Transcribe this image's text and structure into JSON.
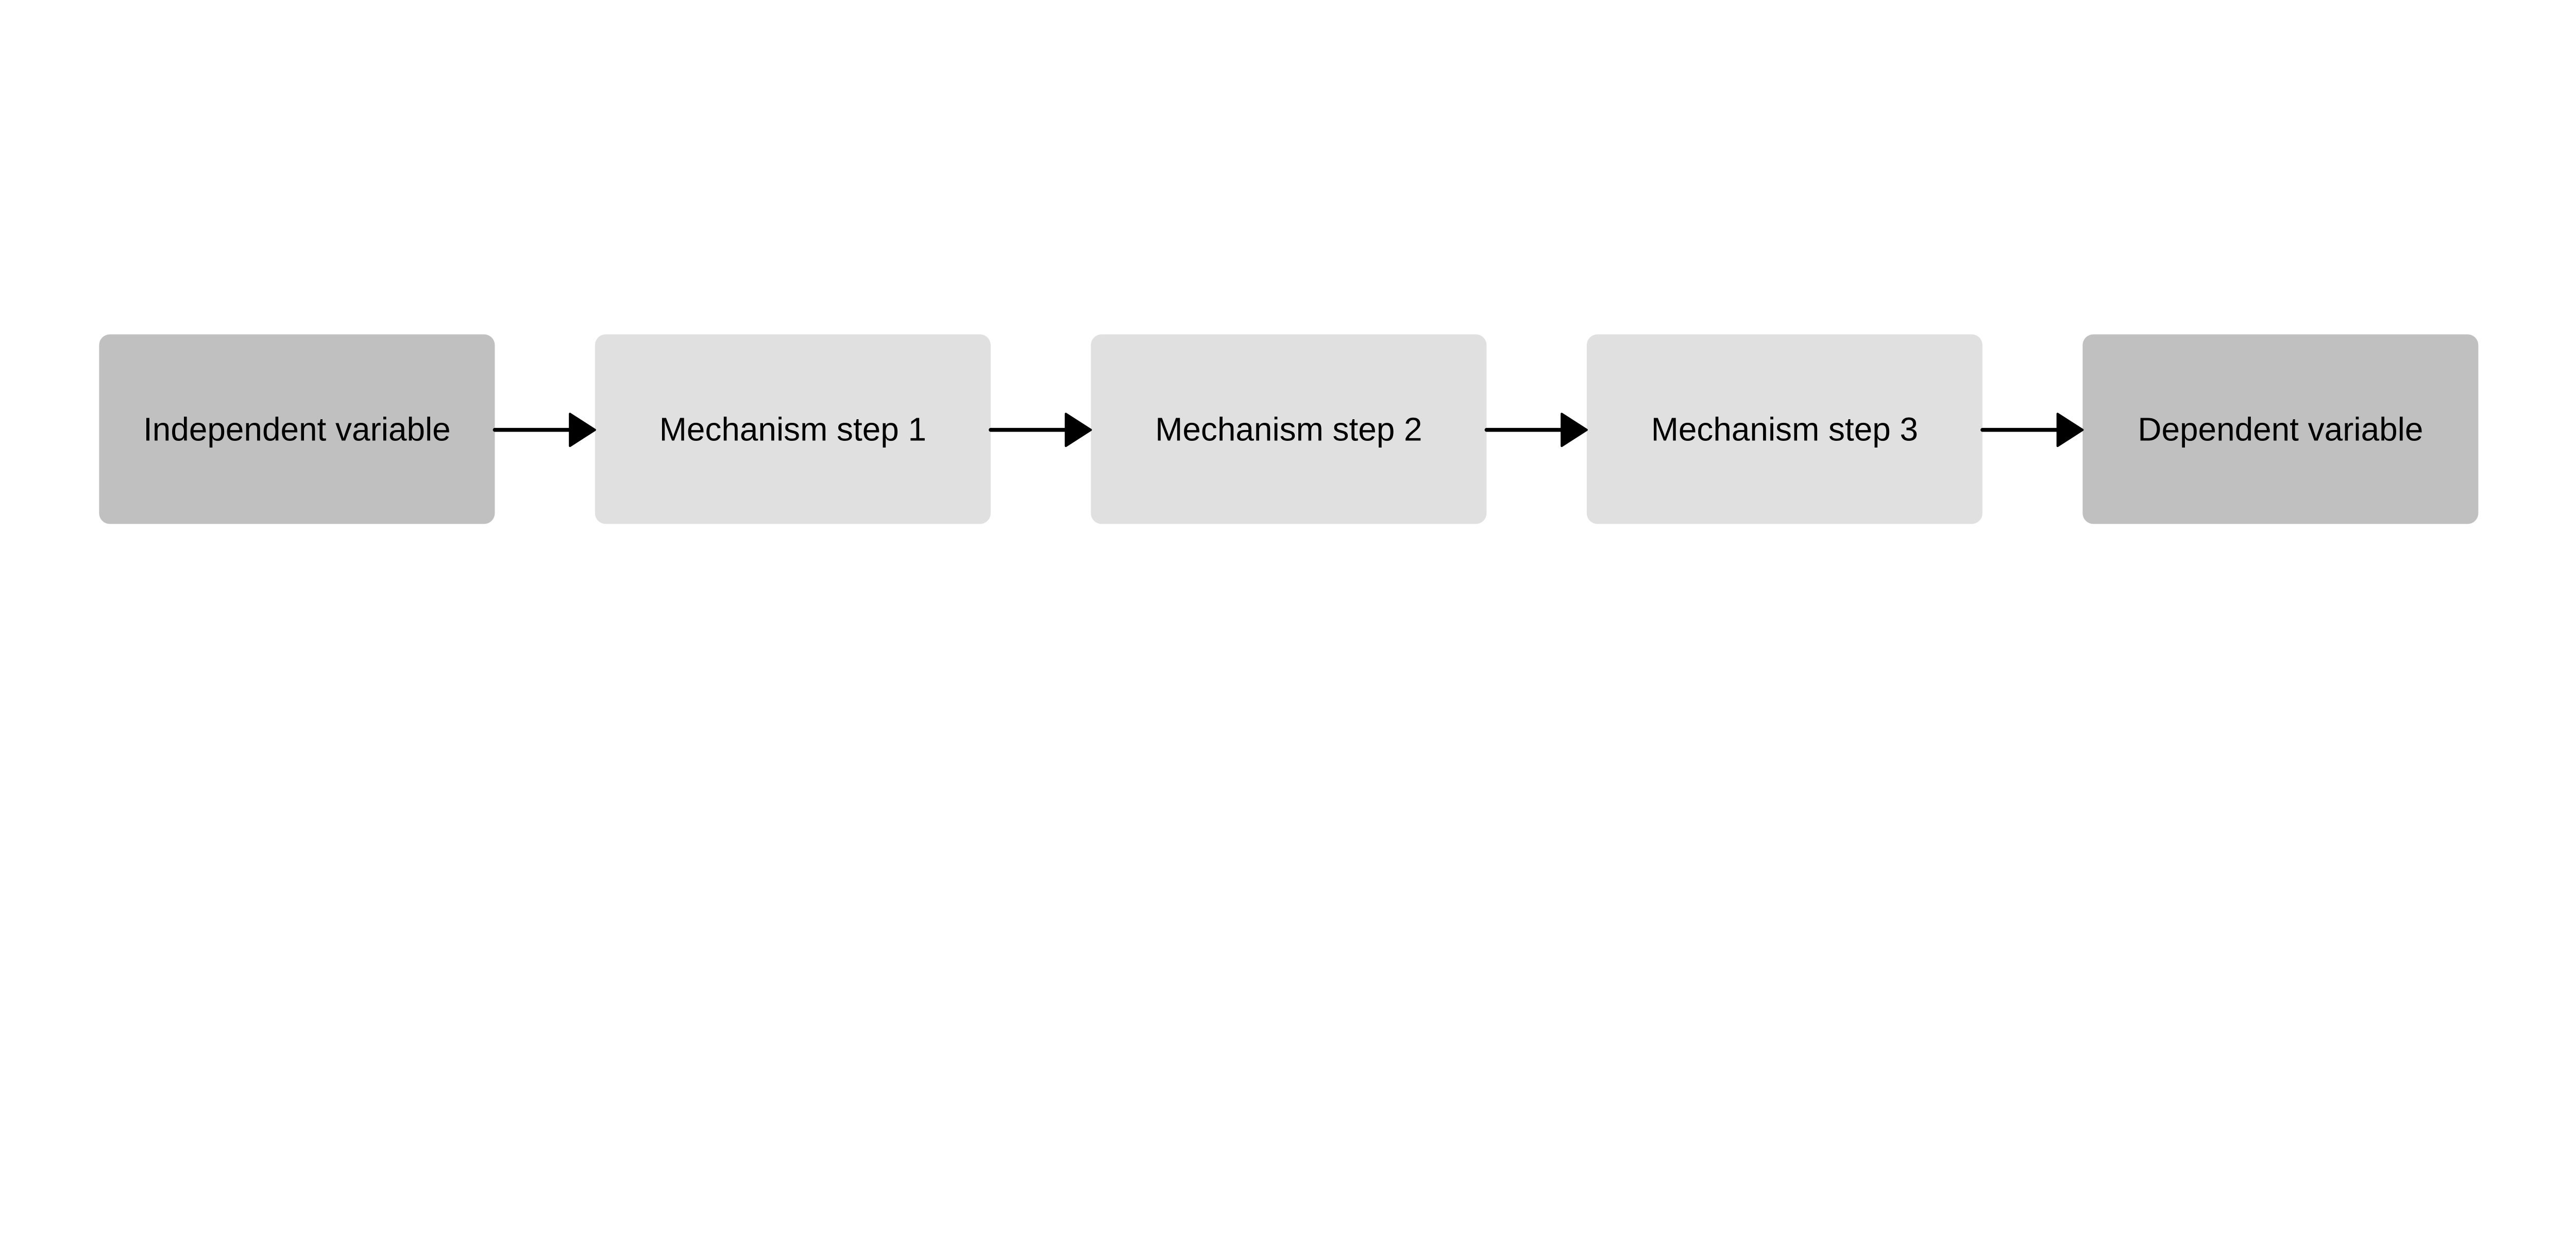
{
  "diagram": {
    "type": "linear-flow",
    "nodes": [
      {
        "id": "iv",
        "label": "Independent variable",
        "color": "#c0c0c0"
      },
      {
        "id": "m1",
        "label": "Mechanism step 1",
        "color": "#e0e0e0"
      },
      {
        "id": "m2",
        "label": "Mechanism step 2",
        "color": "#e0e0e0"
      },
      {
        "id": "m3",
        "label": "Mechanism step 3",
        "color": "#e0e0e0"
      },
      {
        "id": "dv",
        "label": "Dependent variable",
        "color": "#c0c0c0"
      }
    ],
    "edges": [
      {
        "from": "iv",
        "to": "m1"
      },
      {
        "from": "m1",
        "to": "m2"
      },
      {
        "from": "m2",
        "to": "m3"
      },
      {
        "from": "m3",
        "to": "dv"
      }
    ],
    "arrow_color": "#000000"
  }
}
